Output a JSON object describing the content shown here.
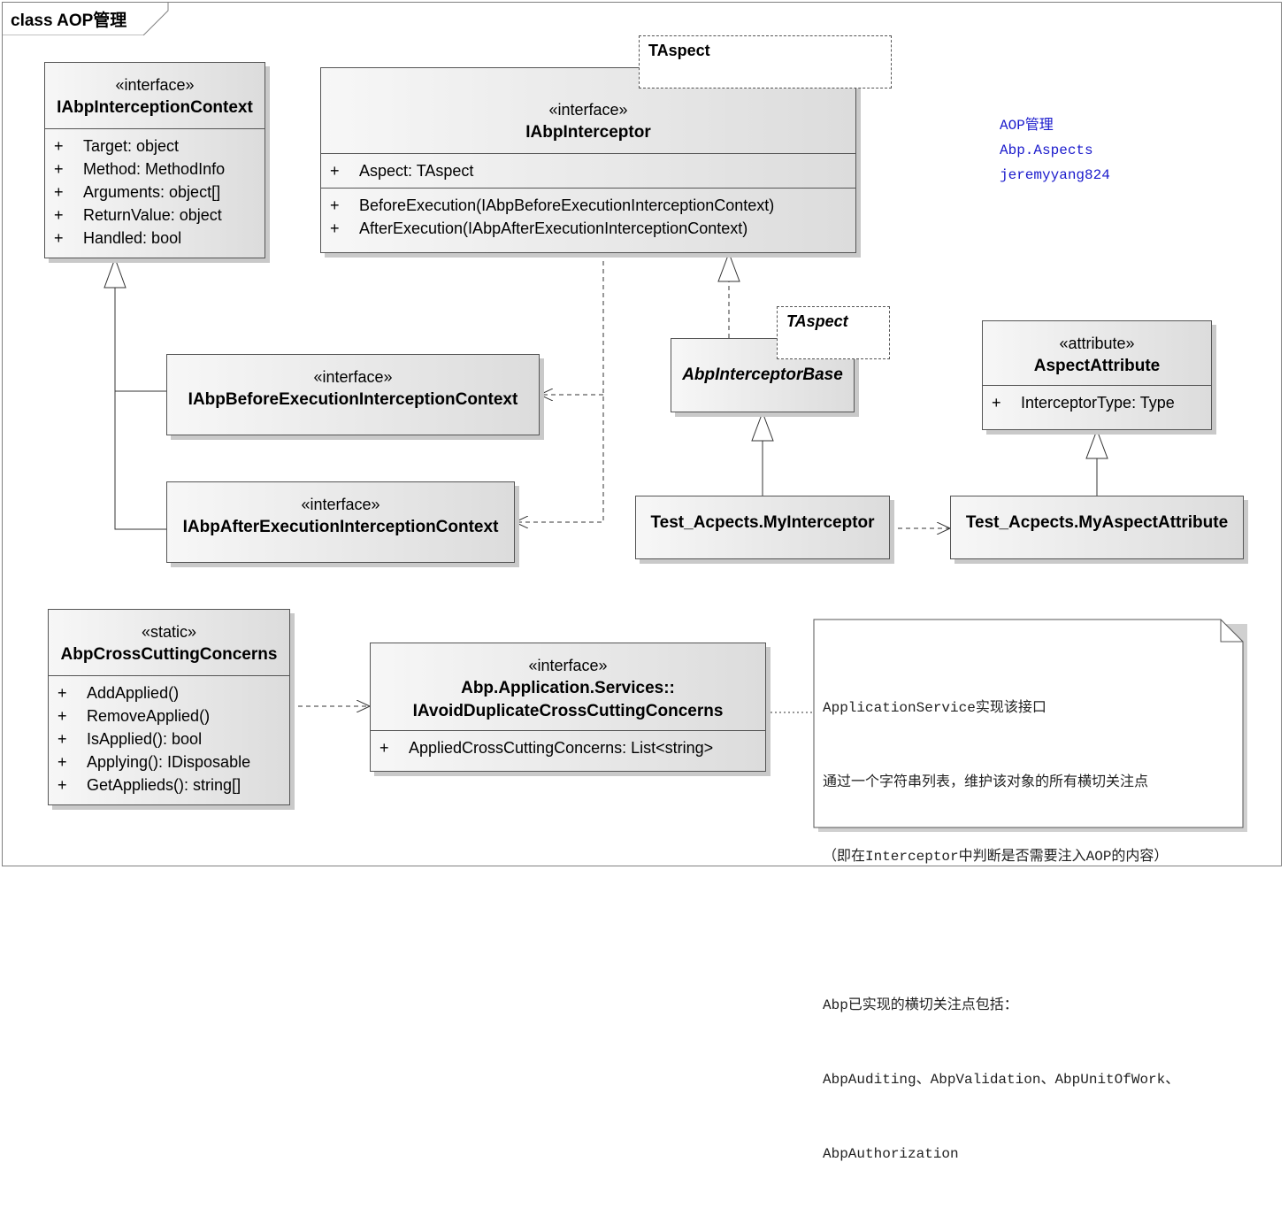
{
  "diagram_title": "class AOP管理",
  "classes": {
    "ctx": {
      "stereotype": "«interface»",
      "name": "IAbpInterceptionContext",
      "attributes": [
        {
          "vis": "+",
          "text": "Target: object"
        },
        {
          "vis": "+",
          "text": "Method: MethodInfo"
        },
        {
          "vis": "+",
          "text": "Arguments: object[]"
        },
        {
          "vis": "+",
          "text": "ReturnValue: object"
        },
        {
          "vis": "+",
          "text": "Handled: bool"
        }
      ]
    },
    "interceptor": {
      "template": "TAspect",
      "stereotype": "«interface»",
      "name": "IAbpInterceptor",
      "attributes": [
        {
          "vis": "+",
          "text": "Aspect: TAspect"
        }
      ],
      "operations": [
        {
          "vis": "+",
          "text": "BeforeExecution(IAbpBeforeExecutionInterceptionContext)"
        },
        {
          "vis": "+",
          "text": "AfterExecution(IAbpAfterExecutionInterceptionContext)"
        }
      ]
    },
    "before": {
      "stereotype": "«interface»",
      "name": "IAbpBeforeExecutionInterceptionContext"
    },
    "after": {
      "stereotype": "«interface»",
      "name": "IAbpAfterExecutionInterceptionContext"
    },
    "base": {
      "template": "TAspect",
      "name": "AbpInterceptorBase"
    },
    "aspectattr": {
      "stereotype": "«attribute»",
      "name": "AspectAttribute",
      "attributes": [
        {
          "vis": "+",
          "text": "InterceptorType: Type"
        }
      ]
    },
    "myinterceptor": {
      "name": "Test_Acpects.MyInterceptor"
    },
    "myattr": {
      "name": "Test_Acpects.MyAspectAttribute"
    },
    "cross": {
      "stereotype": "«static»",
      "name": "AbpCrossCuttingConcerns",
      "operations": [
        {
          "vis": "+",
          "text": "AddApplied()"
        },
        {
          "vis": "+",
          "text": "RemoveApplied()"
        },
        {
          "vis": "+",
          "text": "IsApplied(): bool"
        },
        {
          "vis": "+",
          "text": "Applying(): IDisposable"
        },
        {
          "vis": "+",
          "text": "GetApplieds(): string[]"
        }
      ]
    },
    "avoid": {
      "stereotype": "«interface»",
      "name_line1": "Abp.Application.Services::",
      "name_line2": "IAvoidDuplicateCrossCuttingConcerns",
      "attributes": [
        {
          "vis": "+",
          "text": "AppliedCrossCuttingConcerns: List<string>"
        }
      ]
    }
  },
  "info": {
    "line1": "AOP管理",
    "line2": "Abp.Aspects",
    "line3": "jeremyyang824"
  },
  "note": {
    "lines": [
      "ApplicationService实现该接口",
      "通过一个字符串列表，维护该对象的所有横切关注点",
      "（即在Interceptor中判断是否需要注入AOP的内容）",
      "",
      "Abp已实现的横切关注点包括：",
      "AbpAuditing、AbpValidation、AbpUnitOfWork、",
      "AbpAuthorization"
    ]
  },
  "colors": {
    "note_text": "#222222",
    "info_text": "#1a1acc",
    "class_border": "#555555"
  }
}
